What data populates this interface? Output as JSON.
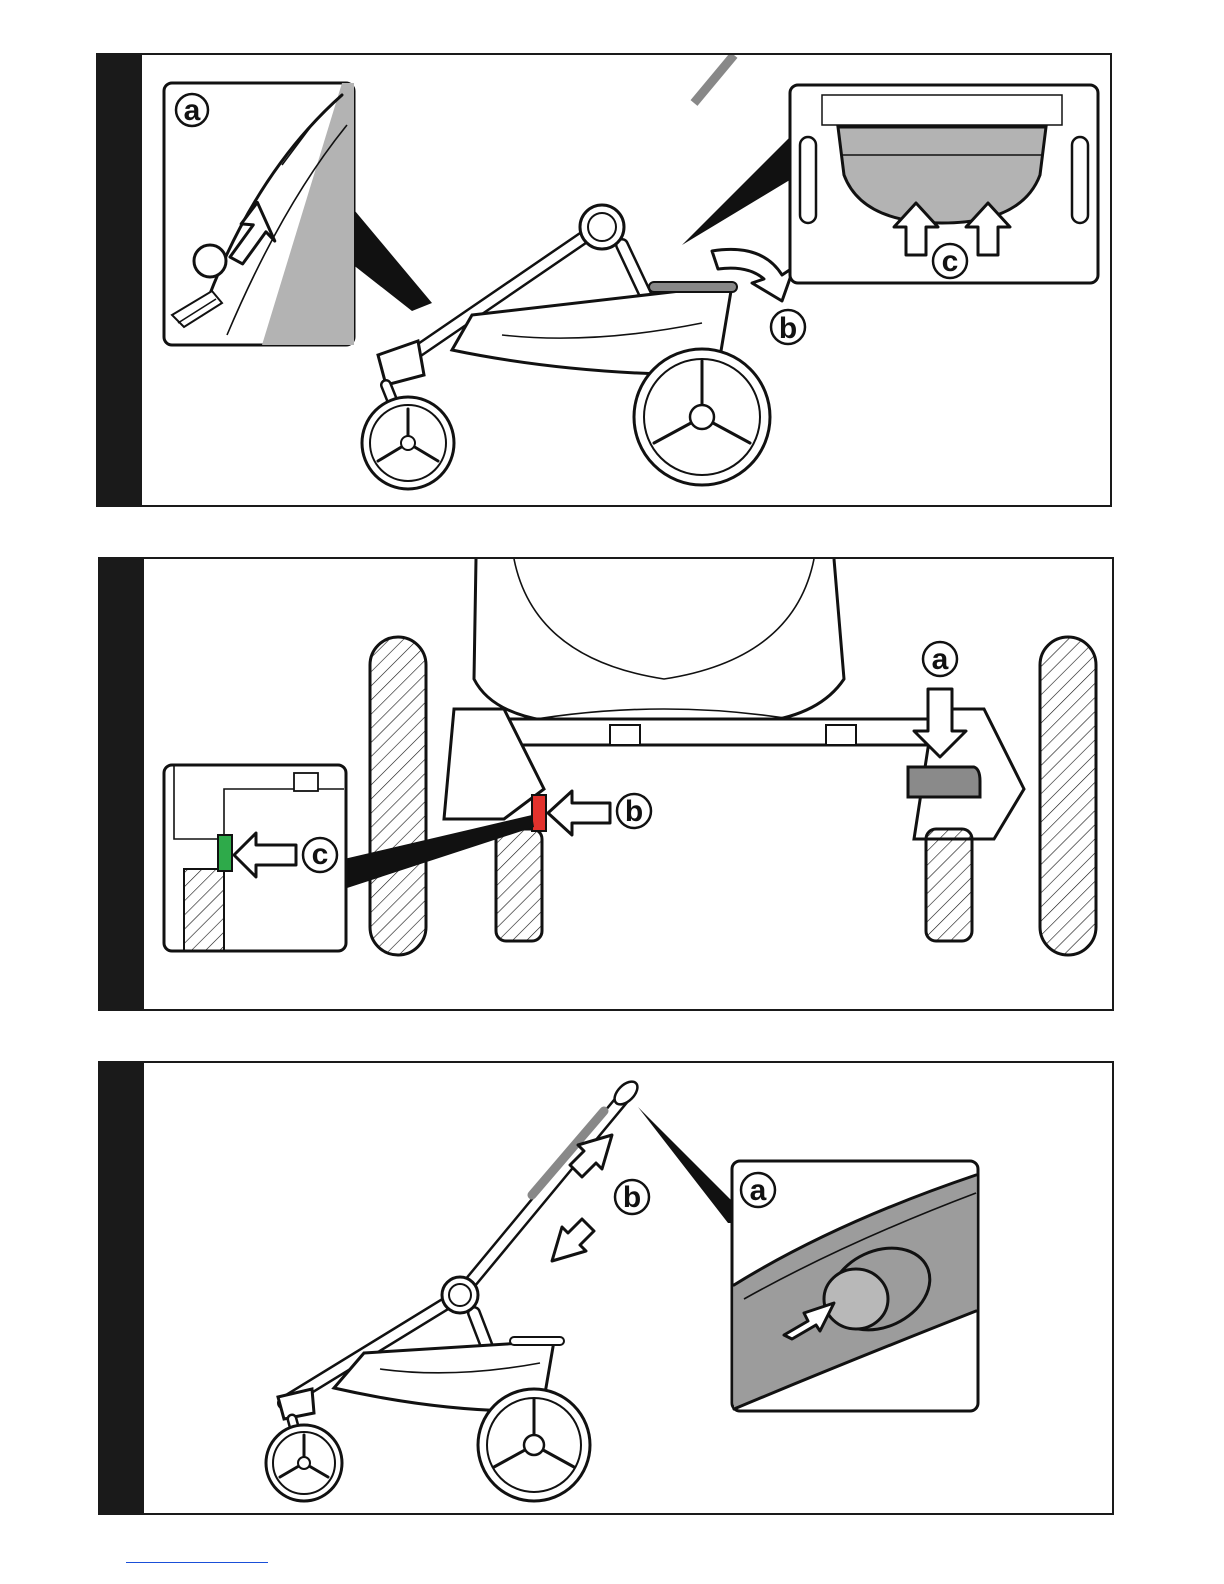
{
  "panels": [
    {
      "id": "panel-1",
      "labels": {
        "a": "a",
        "b": "b",
        "c": "c"
      }
    },
    {
      "id": "panel-2",
      "labels": {
        "a": "a",
        "b": "b",
        "c": "c"
      },
      "colors": {
        "indicator_locked": "#2eaa4a",
        "indicator_unlocked": "#e2322d"
      }
    },
    {
      "id": "panel-3",
      "labels": {
        "a": "a",
        "b": "b"
      }
    }
  ],
  "colors": {
    "frame": "#1a1a1a",
    "shade": "#b3b3b3",
    "light_shade": "#dcdcdc"
  }
}
